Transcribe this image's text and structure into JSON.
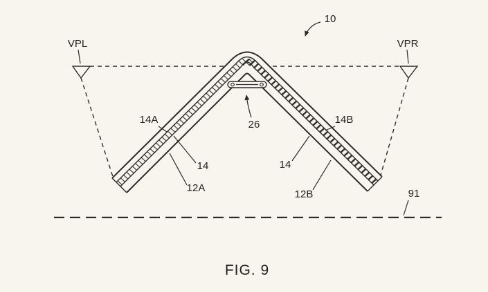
{
  "figure": {
    "caption": "FIG. 9",
    "labels": {
      "viewpoint_left": "VPL",
      "viewpoint_right": "VPR",
      "device": "10",
      "display_region_left": "14A",
      "display_region_right": "14B",
      "hinge": "26",
      "display_left": "14",
      "display_right": "14",
      "housing_left": "12A",
      "housing_right": "12B",
      "surface": "91"
    },
    "colors": {
      "background": "#f8f5ee",
      "line": "#2b2b2b"
    }
  }
}
